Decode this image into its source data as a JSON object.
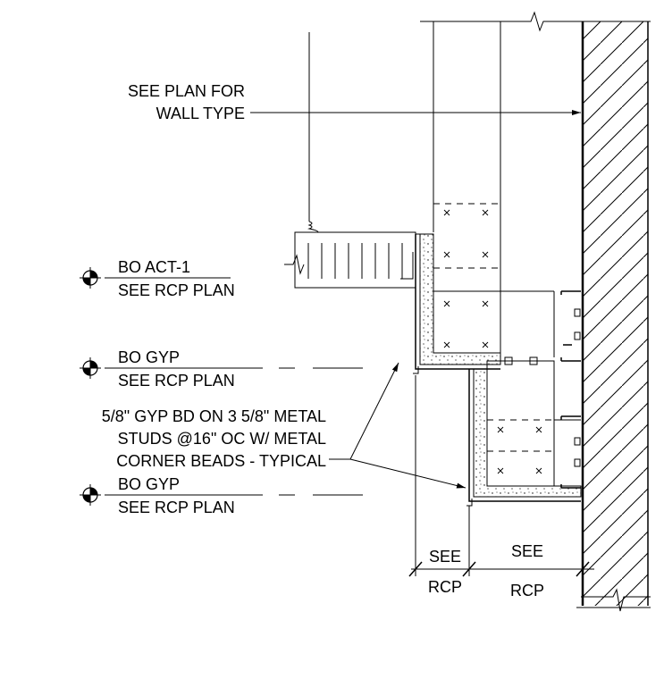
{
  "labels": {
    "wall_note_line1": "SEE PLAN FOR",
    "wall_note_line2": "WALL TYPE",
    "act_level_line1": "BO ACT-1",
    "act_level_line2": "SEE RCP PLAN",
    "gyp_level_1_line1": "BO GYP",
    "gyp_level_1_line2": "SEE RCP PLAN",
    "gyp_note_line1": "5/8\" GYP BD ON 3 5/8\" METAL",
    "gyp_note_line2": "STUDS @16\" OC W/ METAL",
    "gyp_note_line3": "CORNER BEADS - TYPICAL",
    "gyp_level_2_line1": "BO GYP",
    "gyp_level_2_line2": "SEE RCP PLAN",
    "dim_left_top": "SEE",
    "dim_left_bottom": "RCP",
    "dim_right_top": "SEE",
    "dim_right_bottom": "RCP"
  },
  "colors": {
    "line": "#000000",
    "background": "#ffffff"
  },
  "icons": {
    "level_marker": "level-datum-target-icon",
    "break_line": "break-line-icon"
  }
}
